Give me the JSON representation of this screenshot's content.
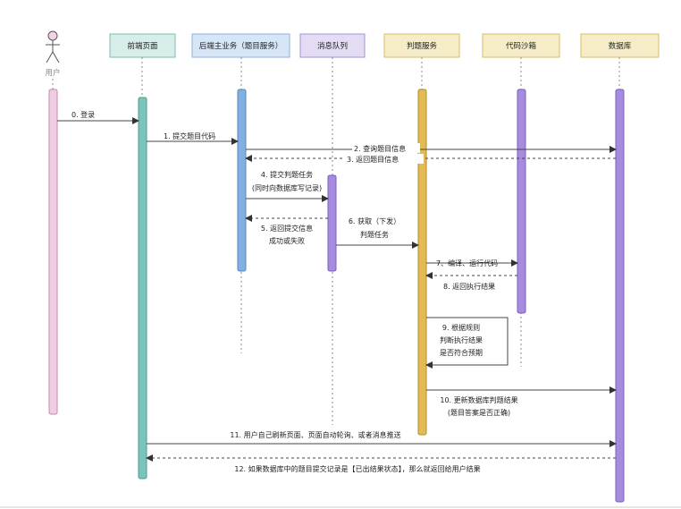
{
  "actor": {
    "label": "用户"
  },
  "participants": [
    {
      "id": "frontend",
      "label": "前端页面",
      "fill": "#d6ede9",
      "stroke": "#7fbdb3",
      "bar_fill": "#7cc3ba",
      "bar_stroke": "#4e9c92"
    },
    {
      "id": "backend",
      "label": "后端主业务（题目服务）",
      "fill": "#d7e6f7",
      "stroke": "#8fb2d9",
      "bar_fill": "#82b1e0",
      "bar_stroke": "#5588bb"
    },
    {
      "id": "mq",
      "label": "消息队列",
      "fill": "#e4dcf5",
      "stroke": "#a592d6",
      "bar_fill": "#a68be0",
      "bar_stroke": "#7a61b8"
    },
    {
      "id": "judge",
      "label": "判题服务",
      "fill": "#f6edc8",
      "stroke": "#d6bd6a",
      "bar_fill": "#e3bb55",
      "bar_stroke": "#b38d2a"
    },
    {
      "id": "sandbox",
      "label": "代码沙箱",
      "fill": "#f6edc8",
      "stroke": "#d6bd6a",
      "bar_fill": "#a68be0",
      "bar_stroke": "#7a61b8"
    },
    {
      "id": "db",
      "label": "数据库",
      "fill": "#f6edc8",
      "stroke": "#d6bd6a",
      "bar_fill": "#a68be0",
      "bar_stroke": "#7a61b8"
    }
  ],
  "actor_bar": {
    "fill": "#f0cde3",
    "stroke": "#c48aab"
  },
  "messages": [
    {
      "id": "m0",
      "lines": [
        "0. 登录"
      ]
    },
    {
      "id": "m1",
      "lines": [
        "1. 提交题目代码"
      ]
    },
    {
      "id": "m2",
      "lines": [
        "2. 查询题目信息"
      ]
    },
    {
      "id": "m3",
      "lines": [
        "3. 返回题目信息"
      ]
    },
    {
      "id": "m4",
      "lines": [
        "4. 提交判题任务",
        "(同时向数据库写记录)"
      ]
    },
    {
      "id": "m5",
      "lines": [
        "5. 返回提交信息",
        "成功或失败"
      ]
    },
    {
      "id": "m6",
      "lines": [
        "6. 获取（下发）",
        "判题任务"
      ]
    },
    {
      "id": "m7",
      "lines": [
        "7、编译、运行代码"
      ]
    },
    {
      "id": "m8",
      "lines": [
        "8. 返回执行结果"
      ]
    },
    {
      "id": "m9",
      "lines": [
        "9. 根据规则",
        "判断执行结果",
        "是否符合预期"
      ]
    },
    {
      "id": "m10",
      "lines": [
        "10. 更新数据库判题结果",
        "(题目答案是否正确)"
      ]
    },
    {
      "id": "m11",
      "lines": [
        "11. 用户自己刷新页面、页面自动轮询、或者消息推送"
      ]
    },
    {
      "id": "m12",
      "lines": [
        "12. 如果数据库中的题目提交记录是【已出结果状态】，那么就返回给用户结果"
      ]
    }
  ]
}
